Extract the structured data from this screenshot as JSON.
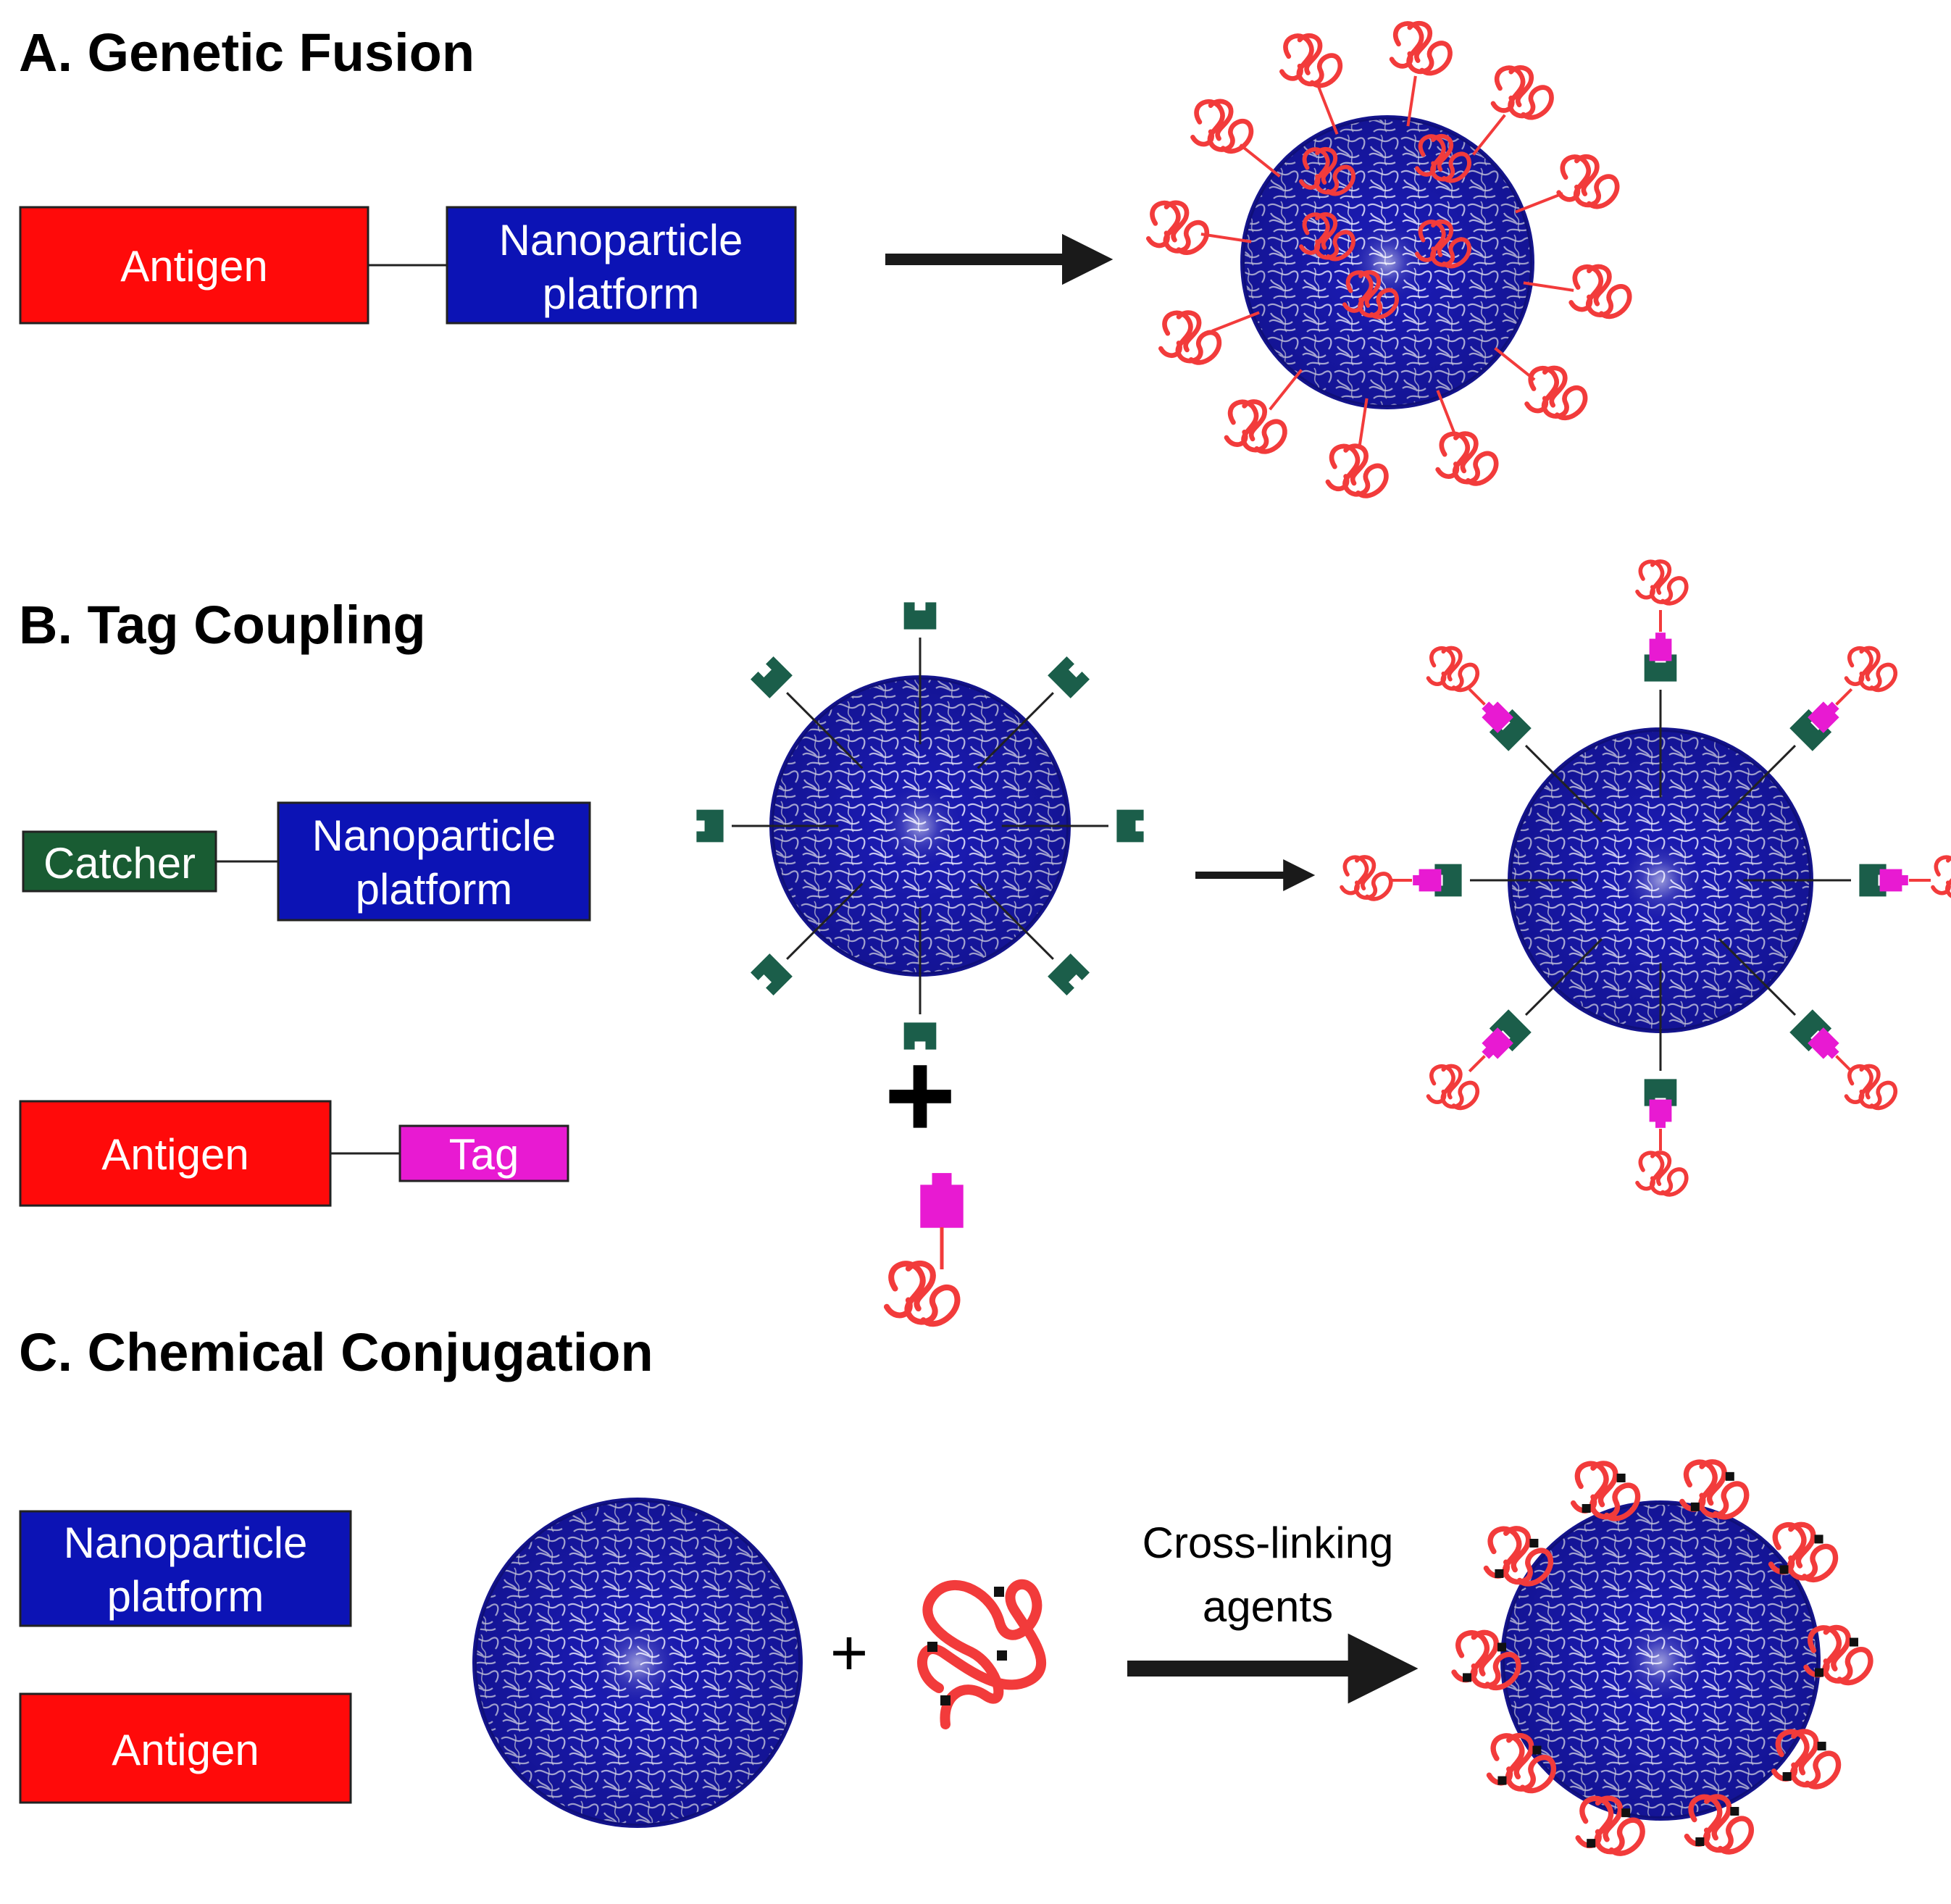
{
  "sections": {
    "a": {
      "heading": "A. Genetic Fusion",
      "antigen_label": "Antigen",
      "platform_line1": "Nanoparticle",
      "platform_line2": "platform"
    },
    "b": {
      "heading": "B. Tag Coupling",
      "catcher_label": "Catcher",
      "platform_line1": "Nanoparticle",
      "platform_line2": "platform",
      "antigen_label": "Antigen",
      "tag_label": "Tag",
      "plus_symbol": "+"
    },
    "c": {
      "heading": "C. Chemical Conjugation",
      "platform_line1": "Nanoparticle",
      "platform_line2": "platform",
      "antigen_label": "Antigen",
      "plus_symbol": "+",
      "arrow_label_line1": "Cross-linking",
      "arrow_label_line2": "agents"
    }
  },
  "colors": {
    "antigen": "#ff0a0a",
    "platform": "#0c13b5",
    "catcher": "#195c33",
    "catcher_module": "#1b5e4a",
    "tag": "#e81ad2",
    "nanoparticle": "#1a1ab0",
    "antigen_coil": "#f23b3b",
    "arrow": "#1a1a1a"
  },
  "icons": {
    "nanoparticle": "protein-cage-icon",
    "antigen": "coiled-protein-icon",
    "catcher": "catcher-clamp-icon",
    "tag": "tag-block-icon"
  }
}
